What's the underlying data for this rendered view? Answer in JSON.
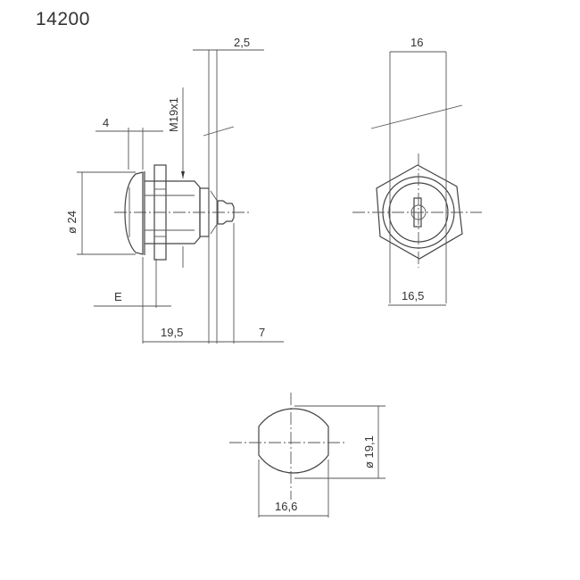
{
  "title": "14200",
  "side_view": {
    "dims": {
      "thread": "M19x1",
      "front_gap": "2,5",
      "flange_thickness": "4",
      "diameter": "ø 24",
      "e_label": "E",
      "body_length": "19,5",
      "tail_length": "7"
    }
  },
  "front_view": {
    "dims": {
      "top_width": "16",
      "hex_width": "16,5"
    }
  },
  "cutout_view": {
    "dims": {
      "diameter": "ø 19,1",
      "flat_width": "16,6"
    }
  }
}
